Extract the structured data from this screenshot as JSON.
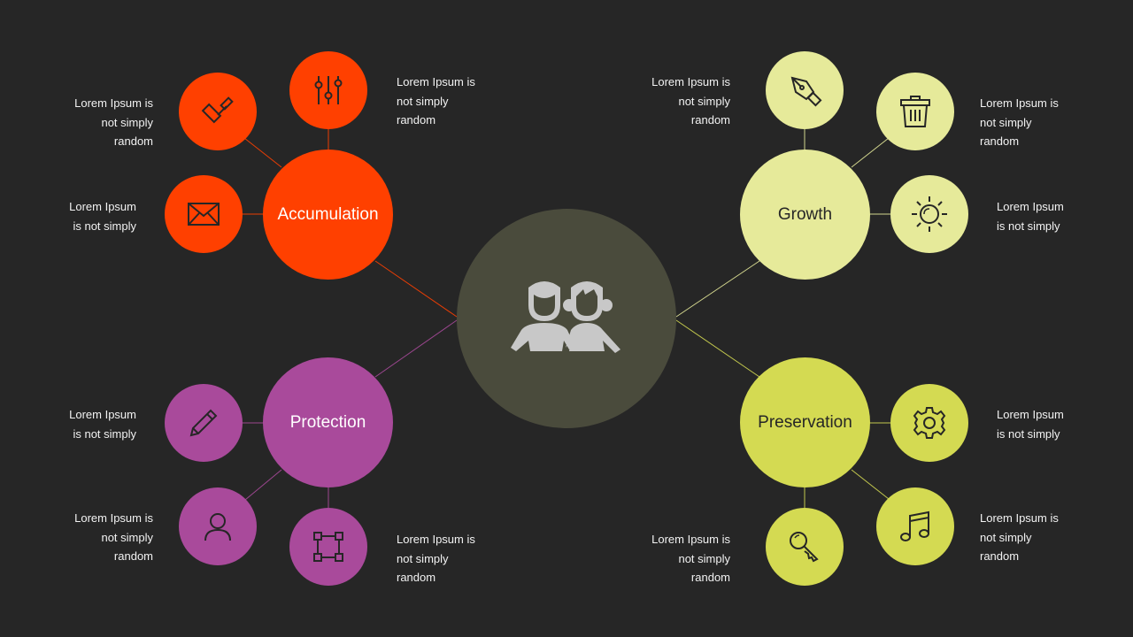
{
  "colors": {
    "background": "#262626",
    "center": "#4a4b3c",
    "accumulation": "#ff4000",
    "protection": "#a94a9b",
    "growth": "#e6ea9a",
    "preservation": "#d4da52"
  },
  "center": {
    "icon": "two-children-icon"
  },
  "hubs": {
    "accumulation": {
      "label": "Accumulation"
    },
    "protection": {
      "label": "Protection"
    },
    "growth": {
      "label": "Growth"
    },
    "preservation": {
      "label": "Preservation"
    }
  },
  "notes": {
    "acc_sliders": "Lorem Ipsum is\nnot simply\nrandom",
    "acc_brush": "Lorem Ipsum is\nnot simply\nrandom",
    "acc_mail": "Lorem Ipsum\nis not simply",
    "pro_pencil": "Lorem Ipsum\nis not simply",
    "pro_user": "Lorem Ipsum is\nnot simply\nrandom",
    "pro_select": "Lorem Ipsum is\nnot simply\nrandom",
    "gro_pen": "Lorem Ipsum is\nnot simply\nrandom",
    "gro_trash": "Lorem Ipsum is\nnot simply\nrandom",
    "gro_sun": "Lorem Ipsum\nis not simply",
    "pre_gear": "Lorem Ipsum\nis not simply",
    "pre_music": "Lorem Ipsum is\nnot simply\nrandom",
    "pre_key": "Lorem Ipsum is\nnot simply\nrandom"
  },
  "icons": {
    "acc_sliders": "sliders-icon",
    "acc_brush": "paint-roller-icon",
    "acc_mail": "envelope-icon",
    "pro_pencil": "pencil-icon",
    "pro_user": "user-icon",
    "pro_select": "selection-square-icon",
    "gro_pen": "pen-nib-icon",
    "gro_trash": "trash-icon",
    "gro_sun": "sun-icon",
    "pre_gear": "gear-icon",
    "pre_music": "music-note-icon",
    "pre_key": "key-icon"
  }
}
